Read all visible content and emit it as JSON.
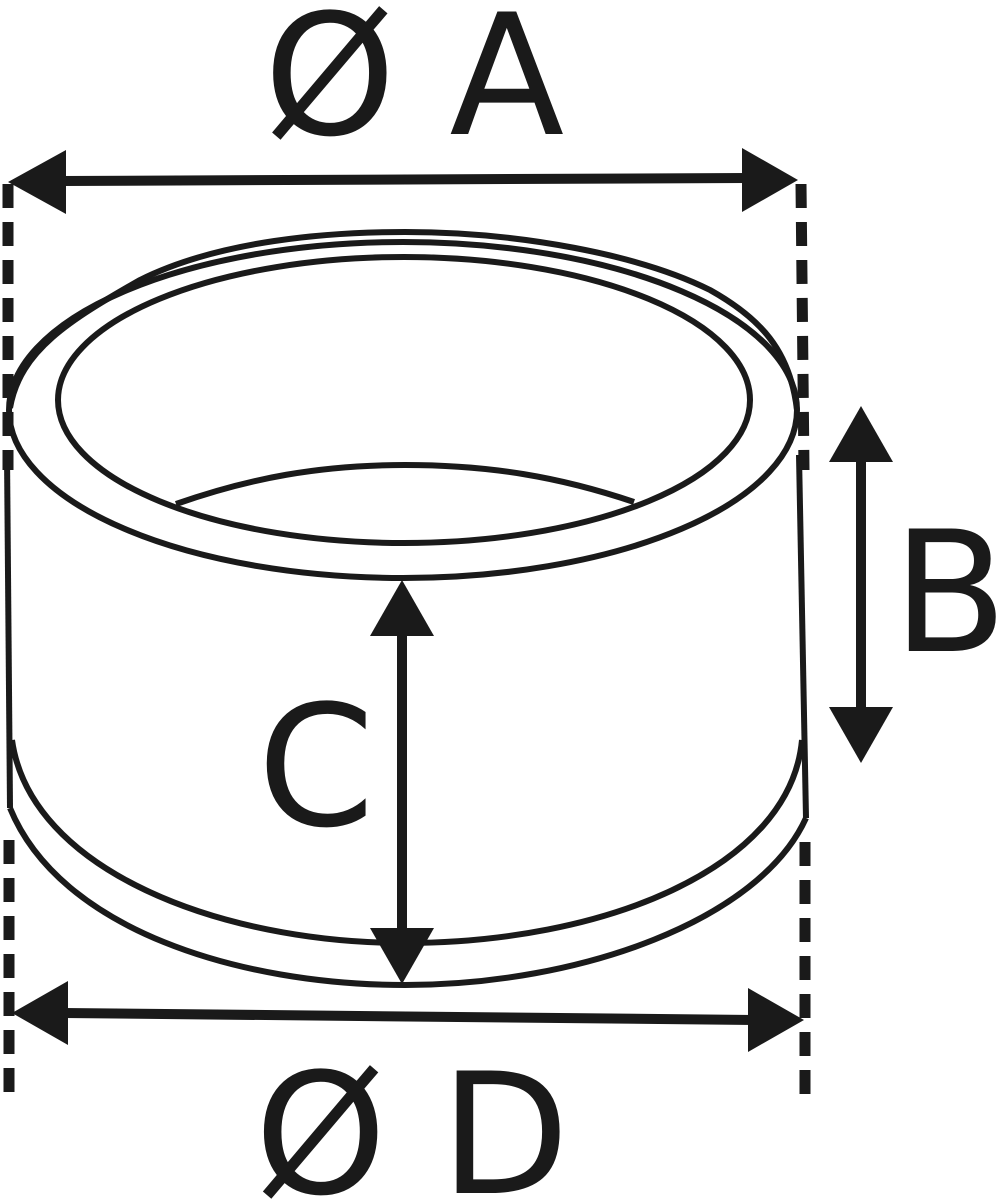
{
  "diagram": {
    "labels": {
      "diameter_a": "Ø A",
      "height_b": "B",
      "height_c": "C",
      "diameter_d": "Ø D"
    },
    "colors": {
      "stroke": "#1a1a1a",
      "background": "#ffffff"
    }
  }
}
